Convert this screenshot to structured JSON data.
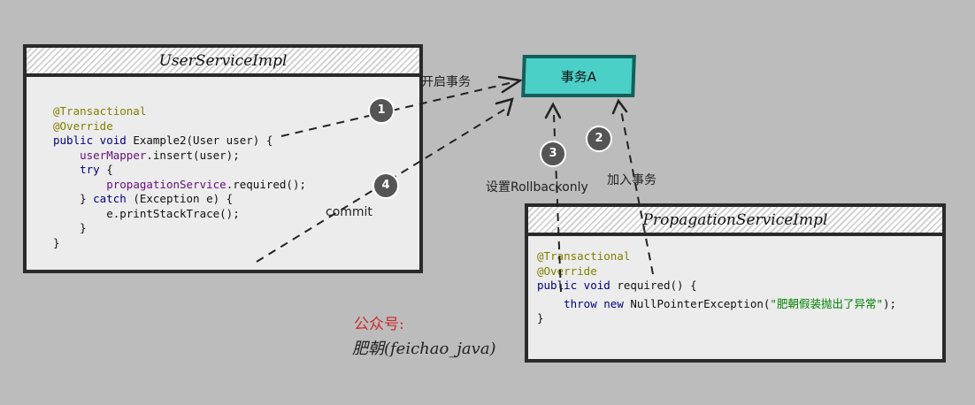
{
  "user_panel": {
    "title": "UserServiceImpl",
    "code": {
      "ann1": "@Transactional",
      "ann2": "@Override",
      "l3_kw": "public void",
      "l3_rest": " Example2(User user) {",
      "l4_indent": "    ",
      "l4_field": "userMapper",
      "l4_rest": ".insert(user);",
      "l5_indent": "    ",
      "l5_kw": "try",
      "l5_rest": " {",
      "l6_indent": "        ",
      "l6_field": "propagationService",
      "l6_rest": ".required();",
      "l7_pre": "    } ",
      "l7_kw": "catch",
      "l7_rest": " (Exception e) {",
      "l8": "        e.printStackTrace();",
      "l9": "    }",
      "l10": "}"
    }
  },
  "propagation_panel": {
    "title": "PropagationServiceImpl",
    "code": {
      "ann1": "@Transactional",
      "ann2": "@Override",
      "l3_kw": "public void",
      "l3_rest": " required() {",
      "l4_indent": "    ",
      "l4_kw": "throw new",
      "l4_mid": " NullPointerException(",
      "l4_str": "\"肥朝假装抛出了异常\"",
      "l4_end": ");",
      "l5": "}"
    }
  },
  "transaction": {
    "label": "事务A"
  },
  "steps": {
    "s1": {
      "number": "1",
      "label": "开启事务"
    },
    "s2": {
      "number": "2",
      "label": "加入事务"
    },
    "s3": {
      "number": "3",
      "label": "设置Rollbackonly"
    },
    "s4": {
      "number": "4",
      "label": "commit"
    }
  },
  "watermark": {
    "title": "公众号:",
    "name": "肥朝(feichao_java)"
  },
  "colors": {
    "background": "#bcbcbc",
    "transaction_fill": "#4bd0c7",
    "transaction_border": "#145f5b",
    "annotation": "#808000",
    "keyword": "#000080",
    "field": "#660e7a",
    "string": "#008000",
    "watermark_title": "#cc2a2a"
  }
}
